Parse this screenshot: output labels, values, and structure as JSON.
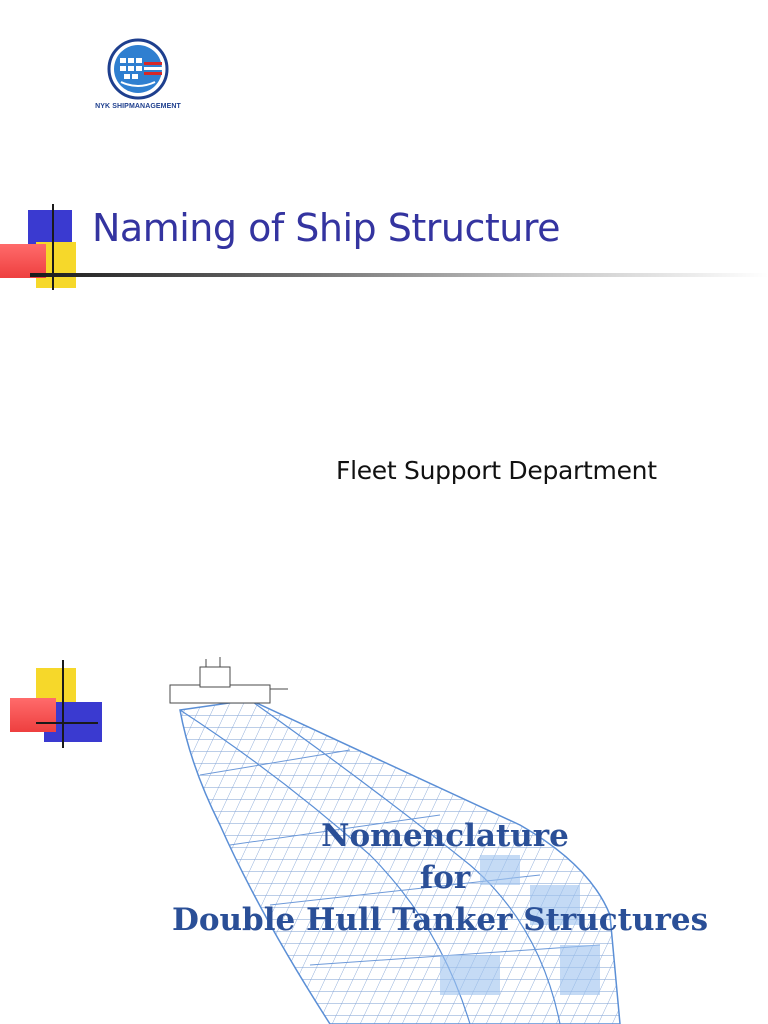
{
  "logo": {
    "caption": "NYK SHIPMANAGEMENT",
    "icon": "nyk-globe-icon",
    "colors": {
      "ring": "#1e3f8e",
      "globe": "#2f7fd0",
      "flag_red": "#d62828"
    }
  },
  "slide": {
    "title": "Naming of Ship Structure",
    "subtitle": "Fleet Support Department"
  },
  "cover_image": {
    "lines": [
      "Nomenclature",
      "for",
      "Double Hull Tanker Structures"
    ]
  },
  "colors": {
    "title_text": "#3434a0",
    "deco_blue": "#3a3ad0",
    "deco_yellow": "#f6d82a",
    "deco_red": "#ee3f3f",
    "ship_line": "#5b8fd6",
    "cover_text": "#2a4f97"
  }
}
